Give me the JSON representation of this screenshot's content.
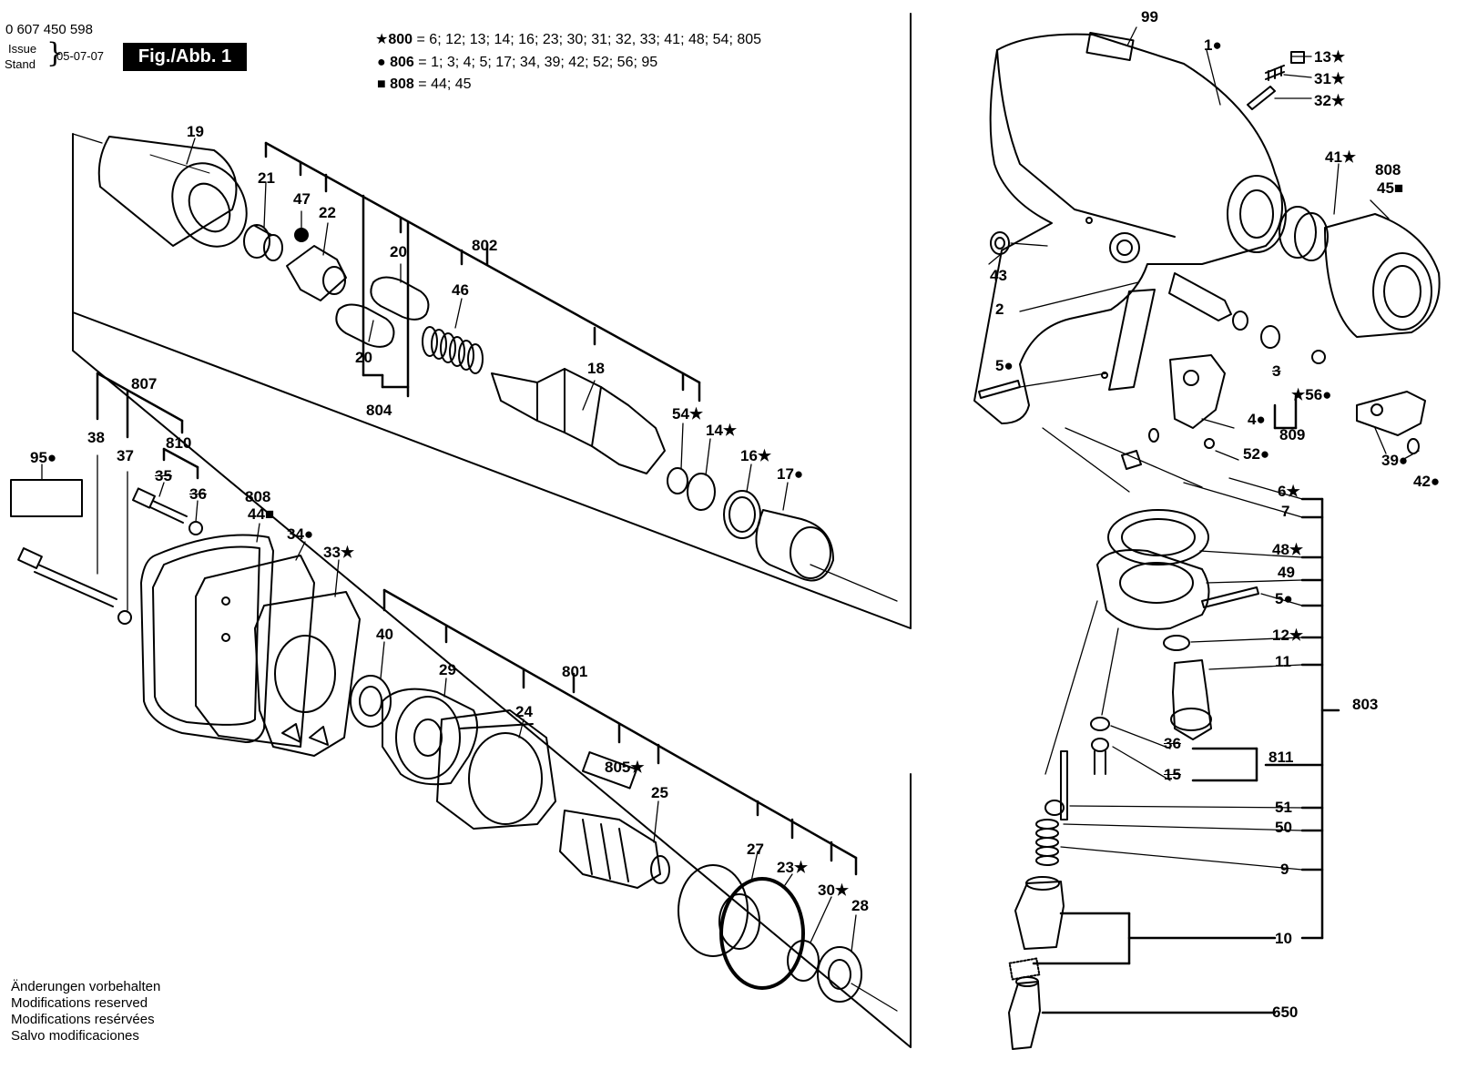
{
  "header": {
    "doc_number": "0 607 450 598",
    "issue_label": "Issue",
    "stand_label": "Stand",
    "date": "05-07-07",
    "fig_label": "Fig./Abb. 1"
  },
  "legend": [
    {
      "symbol": "★",
      "code": "800",
      "parts": "= 6; 12; 13; 14; 16; 23; 30; 31; 32, 33; 41; 48; 54; 805"
    },
    {
      "symbol": "●",
      "code": "806",
      "parts": "= 1; 3; 4; 5; 17; 34, 39; 42; 52; 56; 95"
    },
    {
      "symbol": "■",
      "code": "808",
      "parts": "= 44; 45"
    }
  ],
  "footer": [
    "Änderungen vorbehalten",
    "Modifications reserved",
    "Modifications resérvées",
    "Salvo modificaciones"
  ],
  "labels": {
    "l19": "19",
    "l21": "21",
    "l47": "47",
    "l22": "22",
    "l20a": "20",
    "l802": "802",
    "l20b": "20",
    "l46": "46",
    "l804": "804",
    "l18": "18",
    "l54": "54★",
    "l14": "14★",
    "l16": "16★",
    "l17": "17●",
    "l807": "807",
    "l38": "38",
    "l37": "37",
    "l810": "810",
    "l95": "95●",
    "l35": "35",
    "l36a": "36",
    "l808a": "808",
    "l44": "44■",
    "l34": "34●",
    "l33": "33★",
    "l40": "40",
    "l29": "29",
    "l801": "801",
    "l24": "24",
    "l805": "805★",
    "l25": "25",
    "l27": "27",
    "l23": "23★",
    "l30": "30★",
    "l28": "28",
    "l99": "99",
    "l1": "1●",
    "l13": "13★",
    "l31": "31★",
    "l32": "32★",
    "l41": "41★",
    "l808b": "808",
    "l45": "45■",
    "l43": "43",
    "l2": "2",
    "l5a": "5●",
    "l3": "3",
    "l56": "★56●",
    "l4": "4●",
    "l52": "52●",
    "l809": "809",
    "l39": "39●",
    "l42": "42●",
    "l6": "6★",
    "l7": "7",
    "l48": "48★",
    "l49": "49",
    "l5b": "5●",
    "l12": "12★",
    "l11": "11",
    "l803": "803",
    "l36b": "36",
    "l811": "811",
    "l15": "15",
    "l51": "51",
    "l50": "50",
    "l9": "9",
    "l10": "10",
    "l650": "650"
  }
}
